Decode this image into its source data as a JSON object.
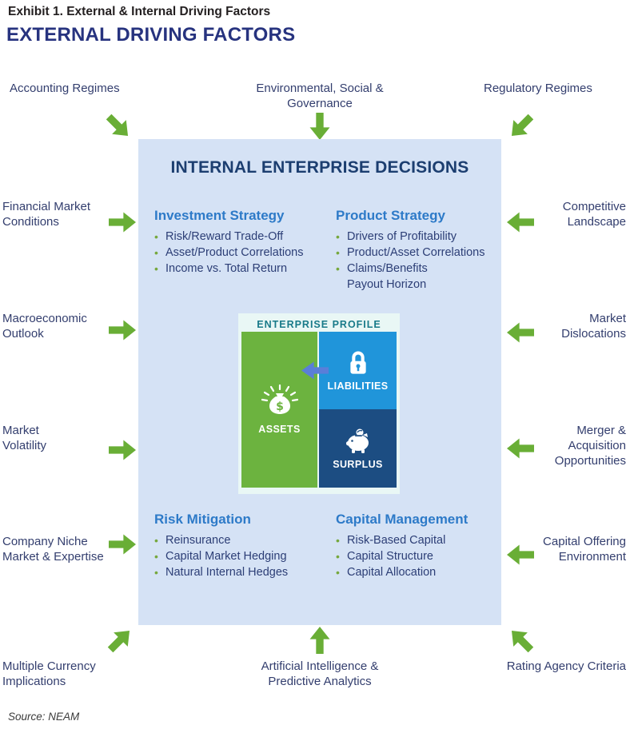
{
  "exhibit_title": "Exhibit 1. External & Internal Driving Factors",
  "section_title": "EXTERNAL DRIVING FACTORS",
  "source": "Source: NEAM",
  "external_factors": {
    "top": [
      {
        "label": "Accounting Regimes"
      },
      {
        "label": "Environmental, Social &\nGovernance"
      },
      {
        "label": "Regulatory Regimes"
      }
    ],
    "left": [
      {
        "label": "Financial Market\nConditions"
      },
      {
        "label": "Macroeconomic\nOutlook"
      },
      {
        "label": "Market\nVolatility"
      },
      {
        "label": "Company Niche\nMarket & Expertise"
      }
    ],
    "right": [
      {
        "label": "Competitive\nLandscape"
      },
      {
        "label": "Market\nDislocations"
      },
      {
        "label": "Merger &\nAcquisition\nOpportunities"
      },
      {
        "label": "Capital Offering\nEnvironment"
      }
    ],
    "bottom": [
      {
        "label": "Multiple Currency\nImplications"
      },
      {
        "label": "Artificial Intelligence &\nPredictive Analytics"
      },
      {
        "label": "Rating Agency Criteria"
      }
    ]
  },
  "internal": {
    "title": "INTERNAL ENTERPRISE DECISIONS",
    "sections": [
      {
        "heading": "Investment Strategy",
        "bullets": [
          "Risk/Reward Trade-Off",
          "Asset/Product Correlations",
          "Income vs. Total Return"
        ]
      },
      {
        "heading": "Product Strategy",
        "bullets": [
          "Drivers of Profitability",
          "Product/Asset Correlations",
          "Claims/Benefits\nPayout Horizon"
        ]
      },
      {
        "heading": "Risk Mitigation",
        "bullets": [
          "Reinsurance",
          "Capital Market Hedging",
          "Natural Internal Hedges"
        ]
      },
      {
        "heading": "Capital Management",
        "bullets": [
          "Risk-Based Capital",
          "Capital Structure",
          "Capital Allocation"
        ]
      }
    ]
  },
  "enterprise_profile": {
    "title": "ENTERPRISE PROFILE",
    "assets_label": "ASSETS",
    "liabilities_label": "LIABILITIES",
    "surplus_label": "SURPLUS"
  },
  "icons": {
    "assets": "money-bag-icon",
    "liabilities": "lock-icon",
    "surplus": "piggy-bank-icon",
    "liabilities_to_assets": "left-block-arrow-icon",
    "external_flow": "green-block-arrow-icon"
  },
  "colors": {
    "accent_green": "#69ae36",
    "box_background": "#d5e2f5",
    "panel_background": "#e9f7f5",
    "assets_green": "#6cb33f",
    "liabilities_blue": "#2095da",
    "surplus_navy": "#1c4d82",
    "heading_blue": "#2d7ac8",
    "body_navy": "#2c3e76",
    "title_navy": "#27337f",
    "profile_teal": "#187a89",
    "flow_arrow_blue": "#5a7ed8"
  }
}
